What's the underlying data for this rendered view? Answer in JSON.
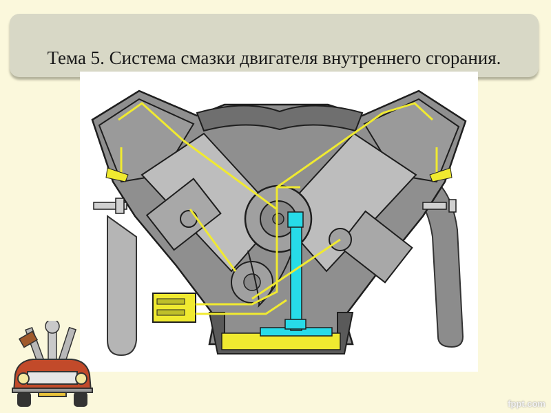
{
  "slide": {
    "title": "Тема 5. Система смазки двигателя внутреннего сгорания."
  },
  "figure": {
    "icon": "v-engine-lubrication-diagram",
    "colors": {
      "casing": "#8f8f8f",
      "inner": "#bdbdbd",
      "oil": "#f0ea30",
      "pump": "#27dbe8",
      "outline": "#1e1e1e"
    }
  },
  "logo": {
    "icon": "car-with-tools-icon"
  },
  "watermark": {
    "text": "fppt.com"
  }
}
